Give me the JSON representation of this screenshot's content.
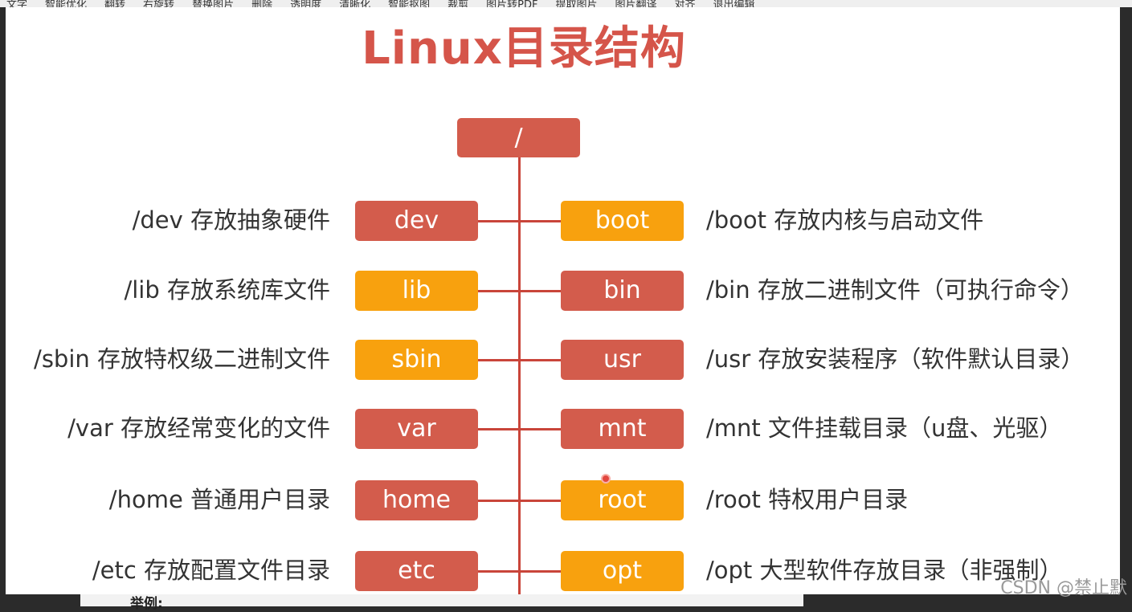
{
  "toolbar": {
    "items": [
      "文字",
      "智能优化",
      "翻转",
      "右旋转",
      "替换图片",
      "删除",
      "透明度",
      "清晰化",
      "智能抠图",
      "裁剪",
      "图片转PDF",
      "提取图片",
      "图片翻译",
      "对齐",
      "退出编辑"
    ]
  },
  "title": "Linux目录结构",
  "root": {
    "label": "/",
    "color": "#d35c4c"
  },
  "colors": {
    "red": "#d35c4c",
    "orange": "#f8a10e",
    "line": "#c9453a",
    "title": "#d5554a"
  },
  "left": [
    {
      "label": "dev",
      "desc": "/dev 存放抽象硬件",
      "color": "red"
    },
    {
      "label": "lib",
      "desc": "/lib 存放系统库文件",
      "color": "orange"
    },
    {
      "label": "sbin",
      "desc": "/sbin 存放特权级二进制文件",
      "color": "orange"
    },
    {
      "label": "var",
      "desc": "/var 存放经常变化的文件",
      "color": "red"
    },
    {
      "label": "home",
      "desc": "/home 普通用户目录",
      "color": "red"
    },
    {
      "label": "etc",
      "desc": "/etc 存放配置文件目录",
      "color": "red"
    }
  ],
  "right": [
    {
      "label": "boot",
      "desc": "/boot 存放内核与启动文件",
      "color": "orange"
    },
    {
      "label": "bin",
      "desc": "/bin 存放二进制文件（可执行命令）",
      "color": "red"
    },
    {
      "label": "usr",
      "desc": "/usr 存放安装程序（软件默认目录）",
      "color": "red"
    },
    {
      "label": "mnt",
      "desc": "/mnt 文件挂载目录（u盘、光驱）",
      "color": "red"
    },
    {
      "label": "root",
      "desc": "/root 特权用户目录",
      "color": "orange"
    },
    {
      "label": "opt",
      "desc": "/opt 大型软件存放目录（非强制）",
      "color": "orange"
    }
  ],
  "footer": {
    "text": "举例:"
  },
  "watermark": "CSDN @禁止默"
}
